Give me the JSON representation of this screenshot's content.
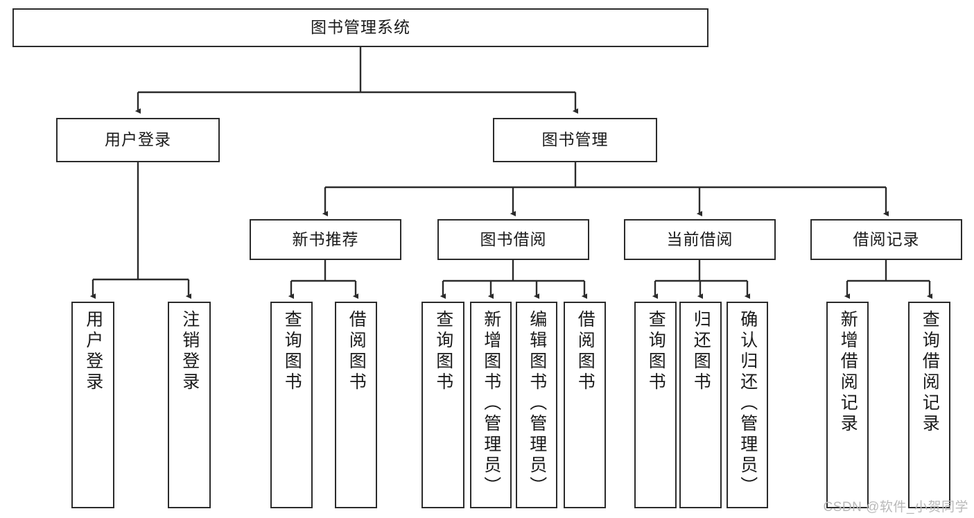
{
  "diagram": {
    "type": "tree",
    "title": "图书管理系统",
    "orientation": "top-down",
    "colors": {
      "stroke": "#2b2b2b",
      "fill": "#ffffff",
      "text": "#1a1a1a",
      "watermark": "#b9b9b9"
    },
    "watermark": "CSDN @软件_小贺同学",
    "root": {
      "label": "图书管理系统"
    },
    "level2": [
      {
        "label": "用户登录"
      },
      {
        "label": "图书管理"
      }
    ],
    "level3": [
      {
        "label": "新书推荐"
      },
      {
        "label": "图书借阅"
      },
      {
        "label": "当前借阅"
      },
      {
        "label": "借阅记录"
      }
    ],
    "leaves": {
      "user_login": [
        {
          "label": "用户登录"
        },
        {
          "label": "注销登录"
        }
      ],
      "new_book_recommend": [
        {
          "label": "查询图书"
        },
        {
          "label": "借阅图书"
        }
      ],
      "book_borrow": [
        {
          "label": "查询图书"
        },
        {
          "label": "新增图书（管理员）"
        },
        {
          "label": "编辑图书（管理员）"
        },
        {
          "label": "借阅图书"
        }
      ],
      "current_borrow": [
        {
          "label": "查询图书"
        },
        {
          "label": "归还图书"
        },
        {
          "label": "确认归还（管理员）"
        }
      ],
      "borrow_record": [
        {
          "label": "新增借阅记录"
        },
        {
          "label": "查询借阅记录"
        }
      ]
    }
  }
}
